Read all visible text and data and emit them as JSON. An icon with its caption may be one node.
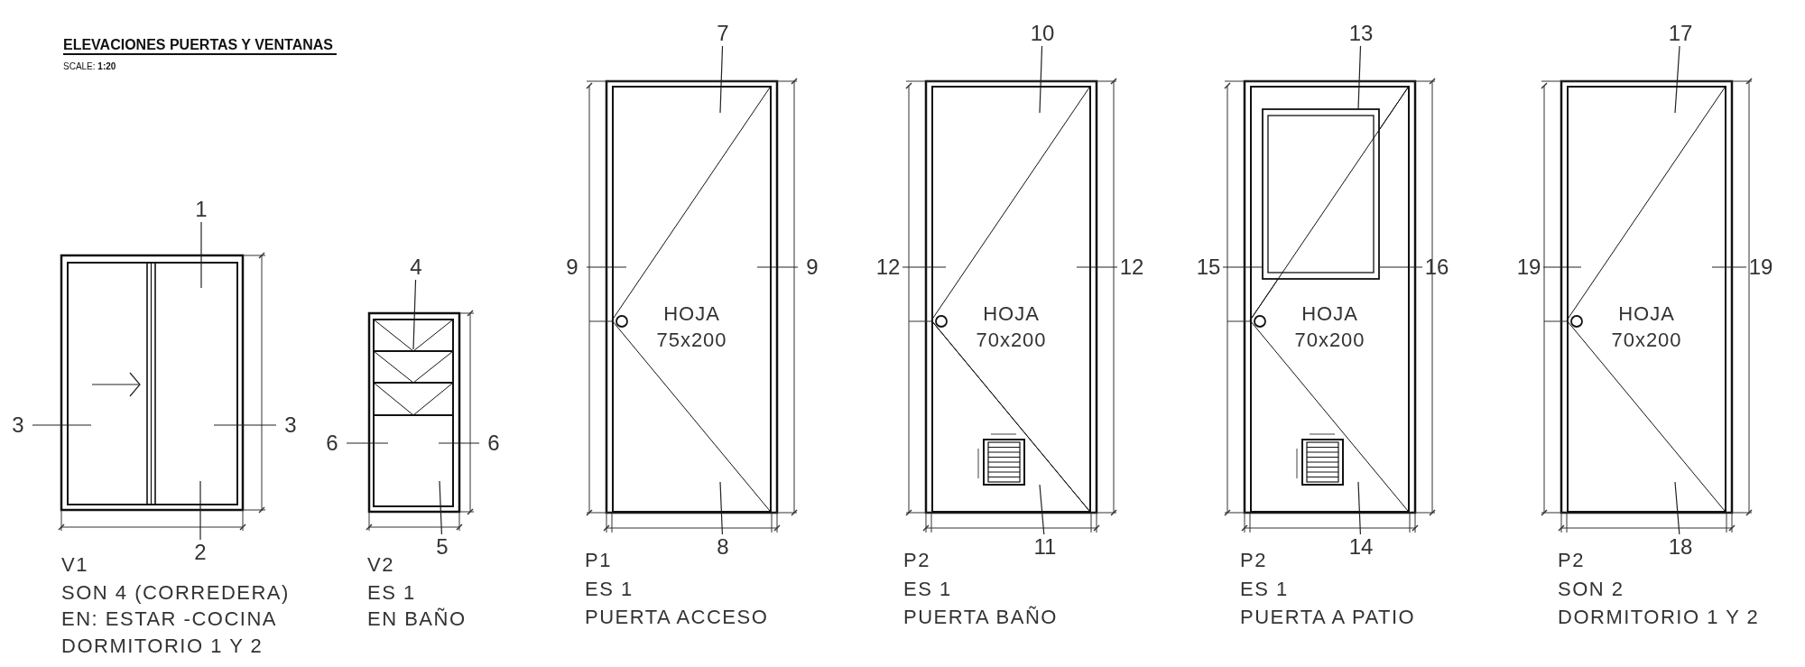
{
  "diagram": {
    "title": "ELEVACIONES PUERTAS Y VENTANAS",
    "nodes": [
      {
        "text": [
          "1"
        ]
      },
      {
        "text": [
          "3"
        ]
      },
      {
        "text": [
          "3"
        ]
      },
      {
        "text": [
          "2"
        ]
      },
      {
        "text": [
          "4"
        ]
      },
      {
        "text": [
          "6"
        ]
      },
      {
        "text": [
          "6"
        ]
      },
      {
        "text": [
          "5"
        ]
      },
      {
        "text": [
          "7"
        ]
      },
      {
        "text": [
          "9"
        ]
      },
      {
        "text": [
          "HOJA 75x200"
        ]
      },
      {
        "text": [
          "9"
        ]
      },
      {
        "text": [
          "8"
        ]
      },
      {
        "text": [
          "10"
        ]
      },
      {
        "text": [
          "12"
        ]
      },
      {
        "text": [
          "HOJA 70x200"
        ]
      },
      {
        "text": [
          "12"
        ]
      },
      {
        "text": [
          "11"
        ]
      },
      {
        "text": [
          "13"
        ]
      },
      {
        "text": [
          "15"
        ]
      },
      {
        "text": [
          "HOJA 70x200"
        ]
      },
      {
        "text": [
          "16"
        ]
      },
      {
        "text": [
          "14"
        ]
      },
      {
        "text": [
          "17"
        ]
      },
      {
        "text": [
          "19"
        ]
      },
      {
        "text": [
          "HOJA 70x200"
        ]
      },
      {
        "text": [
          "19"
        ]
      },
      {
        "text": [
          "18"
        ]
      }
    ],
    "edges": [
      {
        "from": 0,
        "to": null,
        "arrow": "none"
      },
      {
        "from": 1,
        "to": null,
        "arrow": "none"
      },
      {
        "from": 2,
        "to": null,
        "arrow": "none"
      },
      {
        "from": 3,
        "to": null,
        "arrow": "none"
      },
      {
        "from": 4,
        "to": null,
        "arrow": "none"
      },
      {
        "from": 5,
        "to": null,
        "arrow": "none"
      },
      {
        "from": 6,
        "to": null,
        "arrow": "none"
      },
      {
        "from": 7,
        "to": null,
        "arrow": "none"
      },
      {
        "from": 8,
        "to": 10,
        "arrow": "none"
      },
      {
        "from": 9,
        "to": 10,
        "arrow": "none"
      },
      {
        "from": 11,
        "to": 10,
        "arrow": "none"
      },
      {
        "from": 12,
        "to": 10,
        "arrow": "none"
      },
      {
        "from": 13,
        "to": 15,
        "arrow": "none"
      },
      {
        "from": 14,
        "to": 15,
        "arrow": "none"
      },
      {
        "from": 16,
        "to": 15,
        "arrow": "none"
      },
      {
        "from": 17,
        "to": 15,
        "arrow": "none"
      },
      {
        "from": 18,
        "to": 20,
        "arrow": "none"
      },
      {
        "from": 19,
        "to": 20,
        "arrow": "none"
      },
      {
        "from": 21,
        "to": 20,
        "arrow": "none"
      },
      {
        "from": 22,
        "to": 20,
        "arrow": "none"
      },
      {
        "from": 23,
        "to": 25,
        "arrow": "none"
      },
      {
        "from": 24,
        "to": 25,
        "arrow": "none"
      },
      {
        "from": 26,
        "to": 25,
        "arrow": "none"
      },
      {
        "from": 27,
        "to": 25,
        "arrow": "none"
      }
    ],
    "labels": [
      "SCALE:  **1:20**",
      "V1",
      "SON 4 (CORREDERA)",
      "EN: ESTAR -COCINA",
      "DORMITORIO 1 Y 2",
      "V2",
      "ES 1",
      "EN BAÑO",
      "P1",
      "ES 1",
      "PUERTA ACCESO",
      "P2",
      "ES 1",
      "PUERTA BAÑO",
      "P2",
      "ES 1",
      "PUERTA A PATIO",
      "P2",
      "SON 2",
      "DORMITORIO 1 Y 2"
    ]
  }
}
